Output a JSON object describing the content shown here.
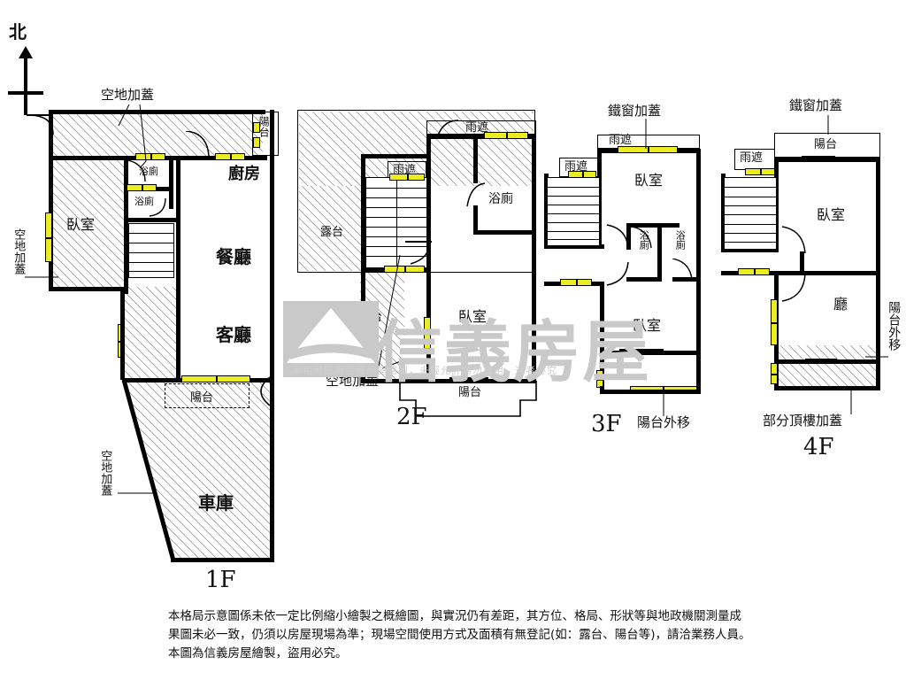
{
  "meta": {
    "orientation_label": "北",
    "brand_watermark": "信義房屋",
    "watermark_notice": "本格局圖為信義房屋繪製，未經允許請勿盜用，違者必究",
    "accent_window_color": "#ecec22",
    "wall_color": "#000000",
    "background_color": "#ffffff"
  },
  "disclaimer": "本格局示意圖係未依一定比例縮小繪製之概繪圖，與實況仍有差距，其方位、格局、形狀等與地政機關測量成果圖未必一致，仍須以房屋現場為準；現場空間使用方式及面積有無登記(如：露台、陽台等)，請洽業務人員。本圖為信義房屋繪製，盜用必究。",
  "floors": [
    {
      "id": "1F",
      "label": "1F",
      "rooms": [
        {
          "name": "臥室",
          "type": "bedroom"
        },
        {
          "name": "廚房",
          "type": "kitchen"
        },
        {
          "name": "餐廳",
          "type": "dining"
        },
        {
          "name": "客廳",
          "type": "living"
        },
        {
          "name": "車庫",
          "type": "garage"
        },
        {
          "name": "陽台",
          "type": "balcony"
        },
        {
          "name": "浴廁",
          "type": "bathroom"
        },
        {
          "name": "浴廁",
          "type": "bathroom"
        }
      ],
      "annotations": [
        {
          "text": "空地加蓋",
          "position": "top"
        },
        {
          "text": "空地加蓋",
          "position": "left"
        },
        {
          "text": "空地加蓋",
          "position": "bottom-left"
        }
      ]
    },
    {
      "id": "2F",
      "label": "2F",
      "rooms": [
        {
          "name": "露台",
          "type": "terrace"
        },
        {
          "name": "露台",
          "type": "terrace"
        },
        {
          "name": "浴廁",
          "type": "bathroom"
        },
        {
          "name": "臥室",
          "type": "bedroom"
        },
        {
          "name": "陽台",
          "type": "balcony"
        }
      ],
      "annotations": [
        {
          "text": "雨遮",
          "position": "top"
        },
        {
          "text": "雨遮",
          "position": "mid-left"
        },
        {
          "text": "空地加蓋",
          "position": "bottom"
        }
      ]
    },
    {
      "id": "3F",
      "label": "3F",
      "rooms": [
        {
          "name": "臥室",
          "type": "bedroom"
        },
        {
          "name": "臥室",
          "type": "bedroom"
        },
        {
          "name": "浴廁",
          "type": "bathroom"
        },
        {
          "name": "浴廁",
          "type": "bathroom"
        }
      ],
      "annotations": [
        {
          "text": "鐵窗加蓋",
          "position": "top"
        },
        {
          "text": "雨遮",
          "position": "top-inner"
        },
        {
          "text": "雨遮",
          "position": "left"
        },
        {
          "text": "陽台外移",
          "position": "bottom"
        }
      ]
    },
    {
      "id": "4F",
      "label": "4F",
      "rooms": [
        {
          "name": "陽台",
          "type": "balcony"
        },
        {
          "name": "臥室",
          "type": "bedroom"
        },
        {
          "name": "廳",
          "type": "hall"
        }
      ],
      "annotations": [
        {
          "text": "鐵窗加蓋",
          "position": "top"
        },
        {
          "text": "雨遮",
          "position": "left"
        },
        {
          "text": "陽台外移",
          "position": "right"
        },
        {
          "text": "部分頂樓加蓋",
          "position": "bottom"
        }
      ]
    }
  ],
  "labels": {
    "north": "北",
    "f1": "1F",
    "f2": "2F",
    "f3": "3F",
    "f4": "4F",
    "bedroom": "臥室",
    "kitchen": "廚房",
    "dining": "餐廳",
    "living": "客廳",
    "garage": "車庫",
    "balcony": "陽台",
    "bathroom": "浴廁",
    "terrace": "露台",
    "hall": "廳",
    "vacant_cover": "空地加蓋",
    "rain_shield": "雨遮",
    "iron_window_cover": "鐵窗加蓋",
    "balcony_moved": "陽台外移",
    "partial_roof_cover": "部分頂樓加蓋"
  }
}
